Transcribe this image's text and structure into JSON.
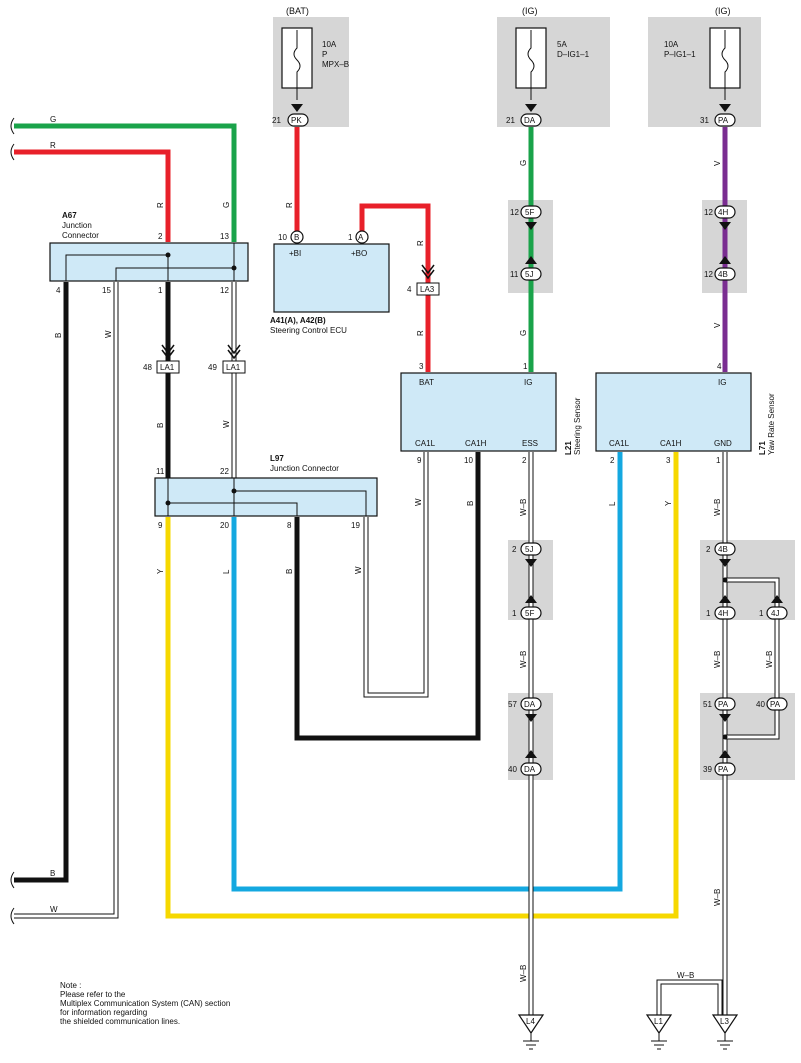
{
  "colors": {
    "green": "#1aa34a",
    "red": "#e8202a",
    "black": "#111111",
    "blue": "#14a8e0",
    "yellow": "#f6d800",
    "purple": "#7a2d91",
    "white_wire": "#ffffff",
    "connector_fill": "#cfe9f7",
    "fuse_panel": "#d6d6d6"
  },
  "power": {
    "bat": "(BAT)",
    "ig1": "(IG)",
    "ig2": "(IG)"
  },
  "fuses": {
    "mpx": {
      "amps": "10A",
      "l1": "P",
      "l2": "MPX–B",
      "pin": "21",
      "code": "PK"
    },
    "dig": {
      "amps": "5A",
      "l1": "D–IG1–1",
      "pin": "21",
      "code": "DA"
    },
    "pig": {
      "amps": "10A",
      "l1": "P–IG1–1",
      "pin": "31",
      "code": "PA"
    }
  },
  "wires": {
    "g": "G",
    "r": "R",
    "b": "B",
    "w": "W",
    "v": "V",
    "y": "Y",
    "l": "L",
    "wb": "W–B"
  },
  "a67": {
    "id": "A67",
    "name1": "Junction",
    "name2": "Connector",
    "pin_2": "2",
    "pin_13": "13",
    "pin_4": "4",
    "pin_15": "15",
    "pin_1": "1",
    "pin_12": "12"
  },
  "ecu": {
    "pin_b_num": "10",
    "pin_b": "B",
    "pin_a_num": "1",
    "pin_a": "A",
    "bi": "+BI",
    "bo": "+BO",
    "id": "A41(A), A42(B)",
    "name": "Steering Control ECU"
  },
  "la1_left": {
    "pin": "48",
    "code": "LA1"
  },
  "la1_right": {
    "pin": "49",
    "code": "LA1"
  },
  "la3": {
    "pin": "4",
    "code": "LA3"
  },
  "l97": {
    "id": "L97",
    "name": "Junction Connector",
    "pin_11": "11",
    "pin_22": "22",
    "pin_9": "9",
    "pin_20": "20",
    "pin_8": "8",
    "pin_19": "19"
  },
  "l21": {
    "id": "L21",
    "name": "Steering Sensor",
    "bat": "BAT",
    "ig": "IG",
    "ca1l": "CA1L",
    "ca1h": "CA1H",
    "ess": "ESS",
    "pin_3": "3",
    "pin_1": "1",
    "pin_9": "9",
    "pin_10": "10",
    "pin_2": "2"
  },
  "l71": {
    "id": "L71",
    "name": "Yaw Rate Sensor",
    "ig": "IG",
    "ca1l": "CA1L",
    "ca1h": "CA1H",
    "gnd": "GND",
    "pin_4": "4",
    "pin_2": "2",
    "pin_3": "3",
    "pin_1": "1"
  },
  "inline": {
    "c5f_top": {
      "pin": "12",
      "code": "5F"
    },
    "c5j_top": {
      "pin": "11",
      "code": "5J"
    },
    "c4h_top": {
      "pin": "12",
      "code": "4H"
    },
    "c4b_top": {
      "pin": "12",
      "code": "4B"
    },
    "c5j_bot": {
      "pin": "2",
      "code": "5J"
    },
    "c5f_bot": {
      "pin": "1",
      "code": "5F"
    },
    "c4b_bot": {
      "pin": "2",
      "code": "4B"
    },
    "c4h_bot": {
      "pin": "1",
      "code": "4H"
    },
    "c4j": {
      "pin": "1",
      "code": "4J"
    },
    "da57": {
      "pin": "57",
      "code": "DA"
    },
    "da40": {
      "pin": "40",
      "code": "DA"
    },
    "pa51": {
      "pin": "51",
      "code": "PA"
    },
    "pa40": {
      "pin": "40",
      "code": "PA"
    },
    "pa39": {
      "pin": "39",
      "code": "PA"
    }
  },
  "grounds": {
    "l4": "L4",
    "l1": "L1",
    "l3": "L3"
  },
  "note": {
    "title": "Note :",
    "line1": "Please refer to the",
    "line2": "Multiplex Communication System (CAN) section",
    "line3": "for information regarding",
    "line4": "the shielded communication lines."
  }
}
